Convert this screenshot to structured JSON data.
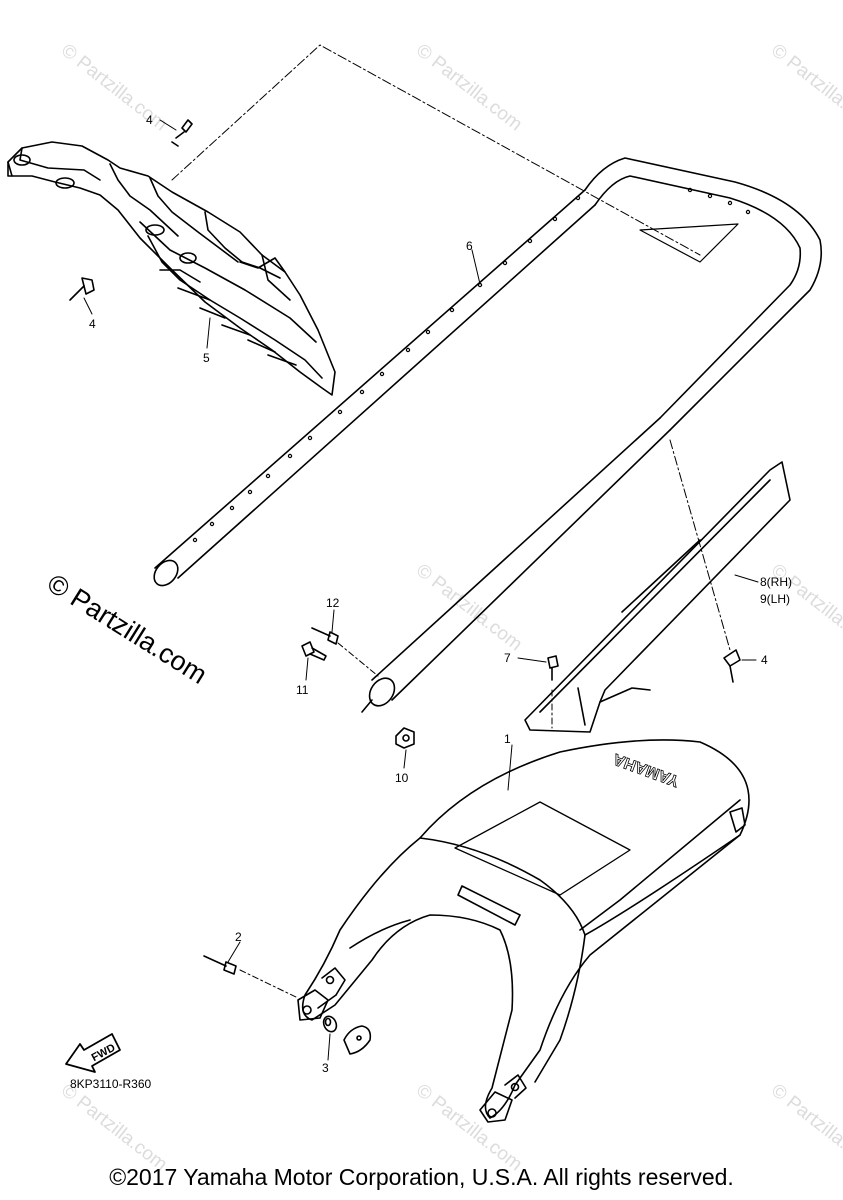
{
  "watermark_text": "© Partzilla.com",
  "big_watermark": "© Partzilla.com",
  "callouts": {
    "c1": "1",
    "c2": "2",
    "c3": "3",
    "c4a": "4",
    "c4b": "4",
    "c4c": "4",
    "c5": "5",
    "c6": "6",
    "c7": "7",
    "c8": "8(RH)",
    "c9": "9(LH)",
    "c10": "10",
    "c11": "11",
    "c12": "12"
  },
  "fwd_label": "FWD",
  "seat_logo": "YAMAHA",
  "diagram_code": "8KP3110-R360",
  "copyright": "©2017 Yamaha Motor Corporation, U.S.A. All rights reserved."
}
